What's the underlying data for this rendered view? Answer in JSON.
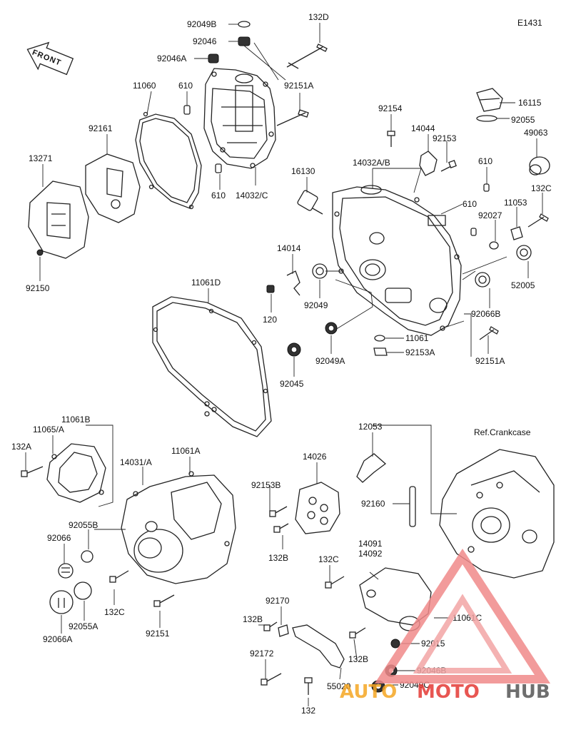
{
  "figure_code": "E1431",
  "front_label": "FRONT",
  "reference": "Ref.Crankcase",
  "watermark": {
    "brand_part1": "AUTO",
    "brand_part2": "MOTO",
    "brand_part3": "HUB",
    "color_primary": "#f5a623",
    "color_secondary": "#e53935",
    "color_dark": "#555555"
  },
  "parts": {
    "p92049B": "92049B",
    "p92046": "92046",
    "p92046A": "92046A",
    "p132D": "132D",
    "p11060": "11060",
    "p610a": "610",
    "p92151A_top": "92151A",
    "p92161": "92161",
    "p13271": "13271",
    "p92150": "92150",
    "p610b": "610",
    "p14032C": "14032/C",
    "p92154": "92154",
    "p16115": "16115",
    "p92055": "92055",
    "p14044": "14044",
    "p92153": "92153",
    "p49063": "49063",
    "p14032AB": "14032A/B",
    "p16130": "16130",
    "p610c": "610",
    "p610d": "610",
    "p132C_top": "132C",
    "p11053": "11053",
    "p92027": "92027",
    "p52005": "52005",
    "p14014": "14014",
    "p120": "120",
    "p92049": "92049",
    "p92066B": "92066B",
    "p11061D": "11061D",
    "p11061": "11061",
    "p92049A": "92049A",
    "p92153A": "92153A",
    "p92151A_right": "92151A",
    "p92045": "92045",
    "p11061B": "11061B",
    "p11065A": "11065/A",
    "p132A": "132A",
    "p14031A": "14031/A",
    "p11061A": "11061A",
    "p92055B": "92055B",
    "p92066": "92066",
    "p132C_mid": "132C",
    "p92055A": "92055A",
    "p92066A": "92066A",
    "p92151": "92151",
    "p12053": "12053",
    "p14026": "14026",
    "p92153B": "92153B",
    "p92160": "92160",
    "p132B_a": "132B",
    "p14091": "14091",
    "p14092": "14092",
    "p132C_low": "132C",
    "p92170": "92170",
    "p11061C": "11061C",
    "p132B_b": "132B",
    "p92015": "92015",
    "p92172": "92172",
    "p132B_c": "132B",
    "p92046B": "92046B",
    "p92049C": "92049C",
    "p55020": "55020",
    "p132": "132"
  }
}
